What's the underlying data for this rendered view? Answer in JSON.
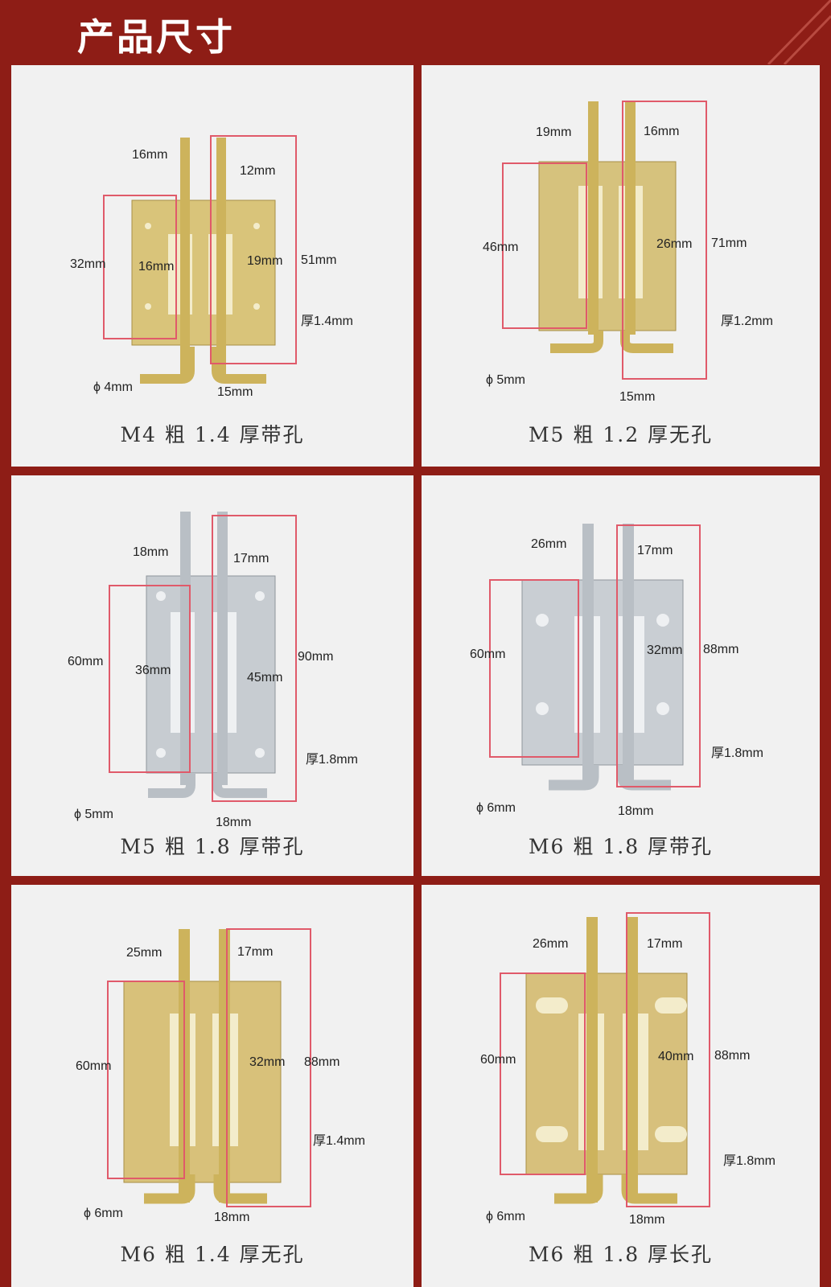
{
  "header": {
    "title": "产品尺寸"
  },
  "panels": [
    {
      "caption": "M4 粗 1.4 厚带孔",
      "plate": "#d9c47a",
      "holes": "round",
      "labels": [
        "16mm",
        "12mm",
        "32mm",
        "16mm",
        "19mm",
        "51mm",
        "厚1.4mm",
        "ϕ 4mm",
        "15mm"
      ]
    },
    {
      "caption": "M5 粗 1.2 厚无孔",
      "plate": "#d6c27d",
      "holes": "none",
      "labels": [
        "19mm",
        "16mm",
        "46mm",
        "26mm",
        "71mm",
        "厚1.2mm",
        "ϕ 5mm",
        "15mm"
      ]
    },
    {
      "caption": "M5 粗 1.8 厚带孔",
      "plate": "#c7ccd1",
      "holes": "round",
      "labels": [
        "18mm",
        "17mm",
        "60mm",
        "36mm",
        "90mm",
        "45mm",
        "厚1.8mm",
        "ϕ 5mm",
        "18mm"
      ]
    },
    {
      "caption": "M6 粗 1.8 厚带孔",
      "plate": "#c9ced3",
      "holes": "round",
      "labels": [
        "26mm",
        "17mm",
        "60mm",
        "32mm",
        "88mm",
        "厚1.8mm",
        "ϕ 6mm",
        "18mm"
      ]
    },
    {
      "caption": "M6 粗 1.4 厚无孔",
      "plate": "#d8c17a",
      "holes": "none",
      "labels": [
        "25mm",
        "17mm",
        "60mm",
        "32mm",
        "88mm",
        "厚1.4mm",
        "ϕ 6mm",
        "18mm"
      ]
    },
    {
      "caption": "M6 粗 1.8 厚长孔",
      "plate": "#d7c07c",
      "holes": "slot",
      "labels": [
        "26mm",
        "17mm",
        "60mm",
        "40mm",
        "88mm",
        "厚1.8mm",
        "ϕ 6mm",
        "18mm"
      ]
    }
  ]
}
